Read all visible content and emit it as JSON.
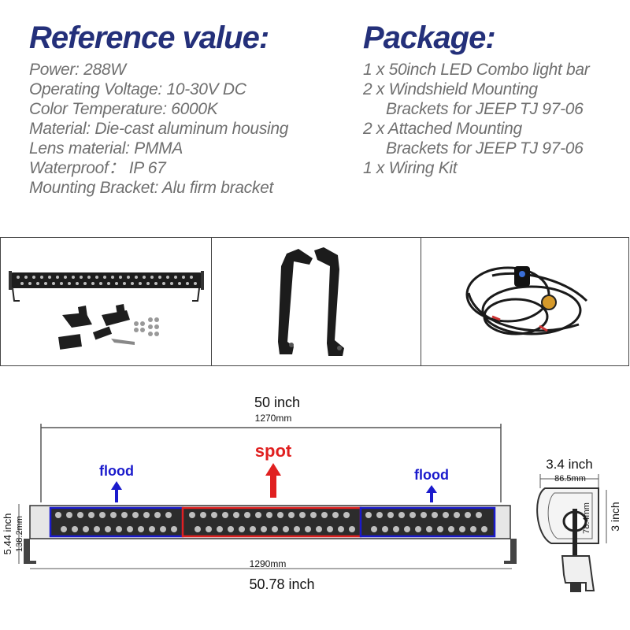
{
  "reference": {
    "title": "Reference value:",
    "specs": [
      "Power: 288W",
      "Operating Voltage: 10-30V DC",
      "Color Temperature: 6000K",
      "Material: Die-cast aluminum housing",
      "Lens material: PMMA",
      "Waterproof： IP 67",
      "Mounting Bracket: Alu firm bracket"
    ]
  },
  "package": {
    "title": "Package:",
    "lines": [
      "1 x 50inch LED Combo light bar",
      "2 x Windshield Mounting",
      "Brackets for JEEP TJ 97-06",
      "2 x Attached Mounting",
      "Brackets for JEEP TJ 97-06",
      "1 x Wiring Kit"
    ]
  },
  "diagram": {
    "length_top_in": "50 inch",
    "length_top_mm": "1270mm",
    "length_bottom_mm": "1290mm",
    "length_bottom_in": "50.78 inch",
    "height_in": "5.44 inch",
    "height_mm": "138.2mm",
    "spot_label": "spot",
    "flood_left_label": "flood",
    "flood_right_label": "flood",
    "side_width_in": "3.4 inch",
    "side_width_mm": "86.5mm",
    "side_height_mm": "78.4mm",
    "side_height_in": "3 inch"
  },
  "colors": {
    "heading": "#24307a",
    "spec_text": "#6f6f6f",
    "spot": "#e02020",
    "flood": "#1a1acc"
  }
}
